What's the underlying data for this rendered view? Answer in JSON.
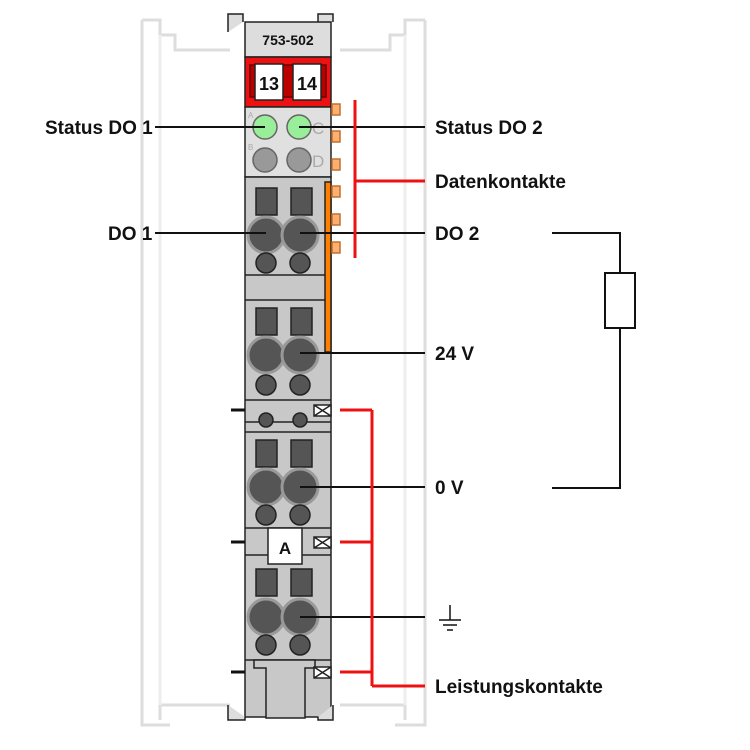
{
  "module": {
    "part_number": "753-502",
    "terminal_left": "13",
    "terminal_right": "14",
    "led_letters": [
      "A",
      "B",
      "C",
      "D"
    ],
    "marker": "A"
  },
  "labels": {
    "status_do1": "Status DO 1",
    "status_do2": "Status DO 2",
    "datenkontakte": "Datenkontakte",
    "do1": "DO 1",
    "do2": "DO 2",
    "v24": "24 V",
    "v0": "0 V",
    "leistungskontakte": "Leistungskontakte"
  },
  "colors": {
    "red": "#ee1111",
    "led_on": "#99ee99",
    "orange": "#ff8000",
    "body": "#c8c8c8",
    "dark": "#555555"
  },
  "icons": [
    "ground-icon",
    "resistor-icon"
  ]
}
